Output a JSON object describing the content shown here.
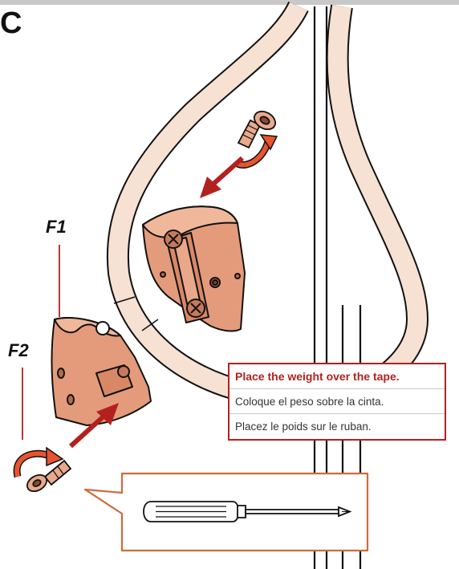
{
  "step": {
    "letter": "C"
  },
  "parts": {
    "f1": "F1",
    "f2": "F2"
  },
  "note": {
    "en": "Place the weight over the tape.",
    "es": "Coloque el peso sobre la cinta.",
    "fr": "Placez le poids sur le ruban."
  },
  "colors": {
    "accent": "#b3211f",
    "tape": "#f6e1d2",
    "weight": "#e49b7b",
    "outline": "#111111",
    "callout_border": "#d06a3c"
  },
  "icons": [
    "rotate-arrow-icon",
    "insert-arrow-icon",
    "screw-icon",
    "screwdriver-icon"
  ]
}
